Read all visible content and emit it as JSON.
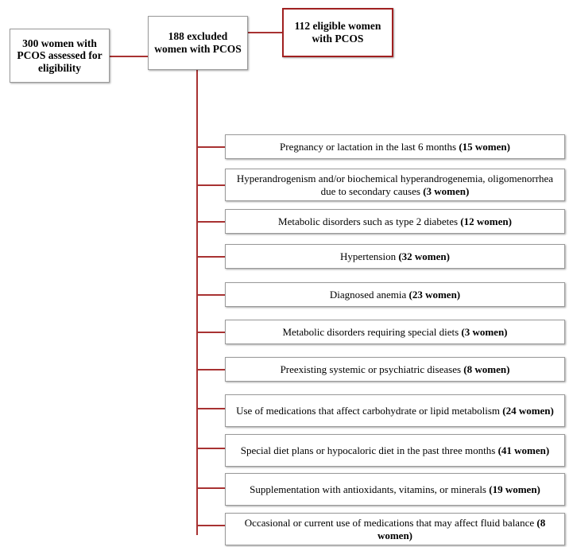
{
  "diagram": {
    "title_nodes": {
      "assessed": "300 women with PCOS assessed for eligibility",
      "excluded": "188 excluded women with PCOS",
      "eligible": "112 eligible women with PCOS"
    },
    "colors": {
      "connector": "#a83232",
      "eligible_border": "#a02020",
      "box_border": "#9a9a9a"
    },
    "reasons": [
      {
        "text": "Pregnancy or lactation in the last 6 months ",
        "count": "(15 women)"
      },
      {
        "text": "Hyperandrogenism and/or biochemical hyperandrogenemia, oligomenorrhea due to secondary causes ",
        "count": "(3 women)"
      },
      {
        "text": "Metabolic disorders such as type 2 diabetes ",
        "count": "(12 women)"
      },
      {
        "text": "Hypertension ",
        "count": "(32 women)"
      },
      {
        "text": "Diagnosed anemia ",
        "count": "(23 women)"
      },
      {
        "text": "Metabolic disorders requiring special diets ",
        "count": "(3 women)"
      },
      {
        "text": "Preexisting systemic or psychiatric diseases ",
        "count": "(8 women)"
      },
      {
        "text": "Use of medications that affect carbohydrate or lipid metabolism  ",
        "count": "(24 women)"
      },
      {
        "text": "Special diet plans or hypocaloric diet in the past three months ",
        "count": "(41 women)"
      },
      {
        "text": "Supplementation with antioxidants, vitamins, or minerals ",
        "count": "(19 women)"
      },
      {
        "text": "Occasional or current use of medications that may affect fluid balance ",
        "count": "(8 women)"
      }
    ]
  }
}
